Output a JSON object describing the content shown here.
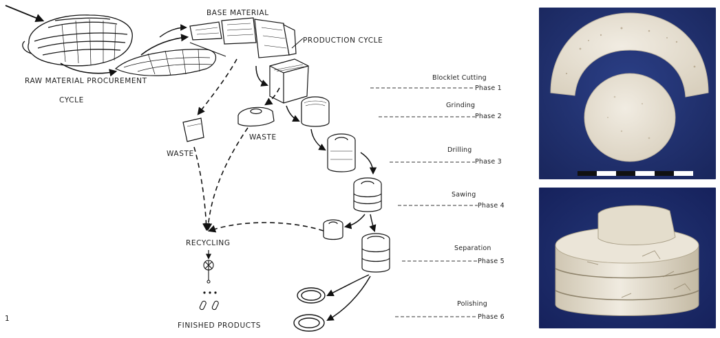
{
  "diagram": {
    "raw_material": {
      "line1": "RAW MATERIAL PROCUREMENT",
      "line2": "CYCLE"
    },
    "base_material": "BASE MATERIAL",
    "production_cycle": "PRODUCTION CYCLE",
    "waste_left": "WASTE",
    "waste_mid": "WASTE",
    "recycling": "RECYCLING",
    "finished_products": "FINISHED PRODUCTS",
    "page_number": "1",
    "phases": [
      {
        "name": "Blocklet Cutting",
        "phase": "Phase 1"
      },
      {
        "name": "Grinding",
        "phase": "Phase 2"
      },
      {
        "name": "Drilling",
        "phase": "Phase 3"
      },
      {
        "name": "Sawing",
        "phase": "Phase 4"
      },
      {
        "name": "Separation",
        "phase": "Phase 5"
      },
      {
        "name": "Polishing",
        "phase": "Phase 6"
      }
    ]
  },
  "photos": {
    "background_color": "#1f2f6e",
    "shell_color": "#e9e3d6"
  }
}
